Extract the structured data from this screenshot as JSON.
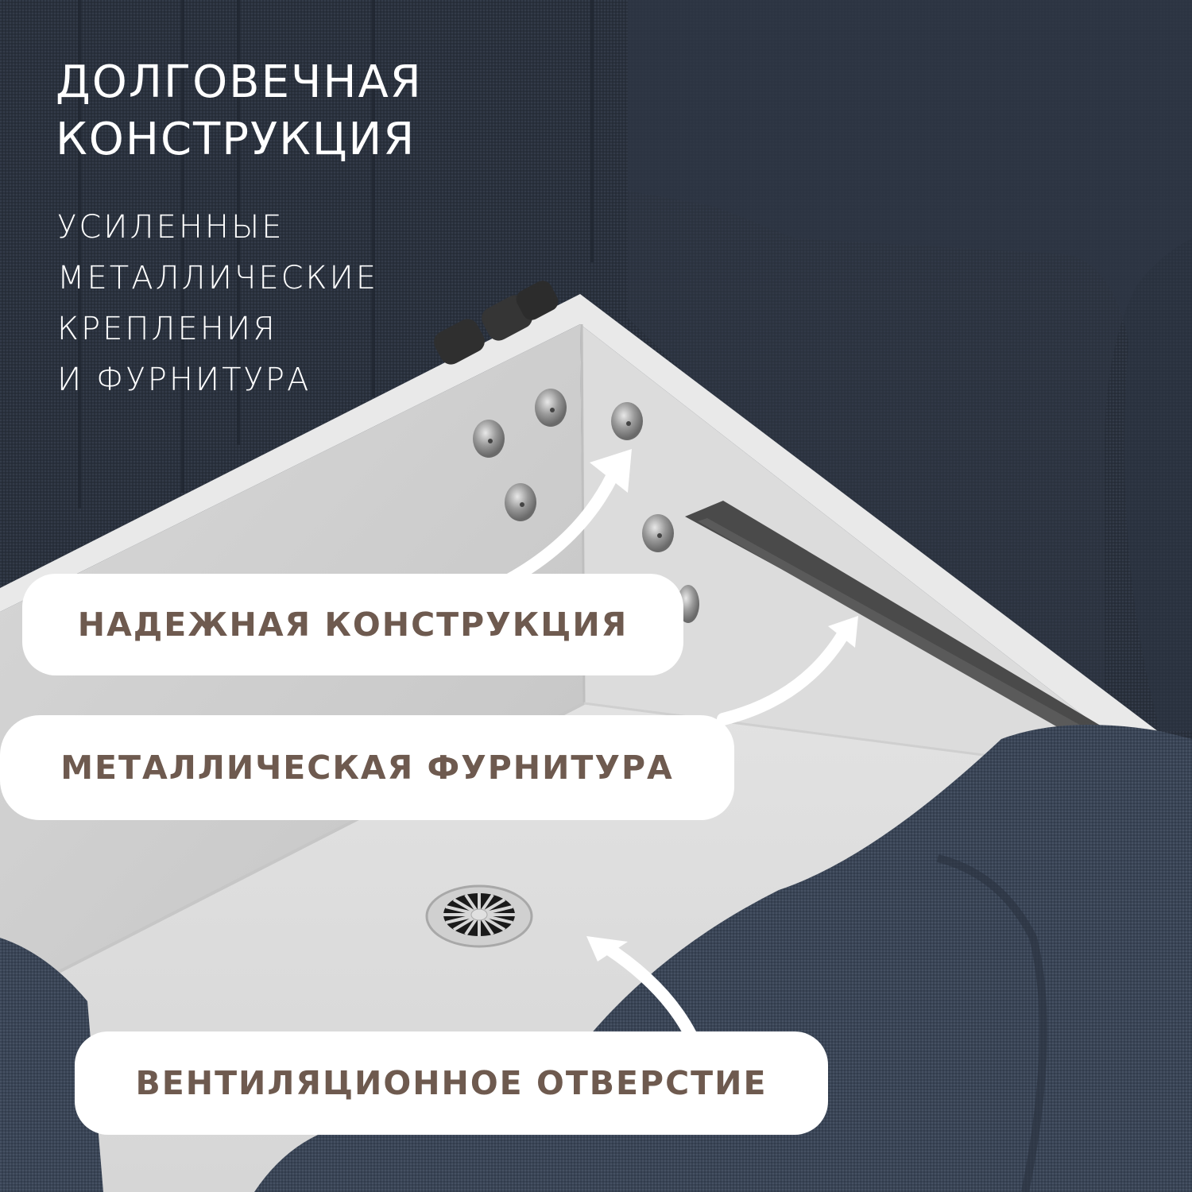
{
  "headline": {
    "lines": [
      "ДОЛГОВЕЧНАЯ",
      "КОНСТРУКЦИЯ"
    ]
  },
  "subline": {
    "lines": [
      "УСИЛЕННЫЕ",
      "МЕТАЛЛИЧЕСКИЕ",
      "КРЕПЛЕНИЯ",
      "И ФУРНИТУРА"
    ]
  },
  "callouts": [
    {
      "label": "НАДЕЖНАЯ КОНСТРУКЦИЯ",
      "points_to": "bolts"
    },
    {
      "label": "МЕТАЛЛИЧЕСКАЯ ФУРНИТУРА",
      "points_to": "metal-bracket"
    },
    {
      "label": "ВЕНТИЛЯЦИОННОЕ ОТВЕРСТИЕ",
      "points_to": "vent"
    }
  ],
  "colors": {
    "fabric": "#2b3340",
    "fabric_light": "#3a4454",
    "box_white": "#e6e6e6",
    "box_inner": "#d4d4d4",
    "callout_bg": "#ffffff",
    "callout_text": "#6e5a4f",
    "bracket": "#4a4a4a"
  },
  "icons": {
    "hinge": "hinge-icon",
    "bolts": "bolt-icon",
    "vent": "vent-grille-icon",
    "arrows": "curved-arrow-icon"
  }
}
